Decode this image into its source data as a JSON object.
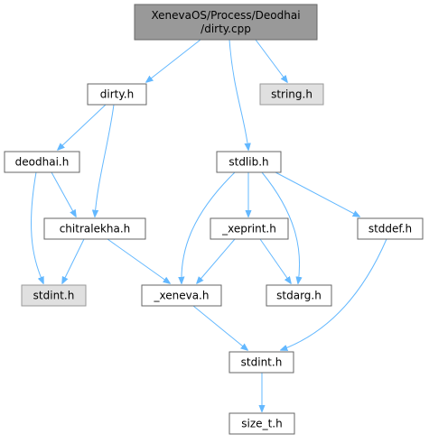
{
  "colors": {
    "edge": "#63b8ff",
    "node_fill": "#ffffff",
    "node_stroke": "#666666",
    "root_fill": "#999999",
    "root_stroke": "#666666",
    "external_fill": "#e0e0e0",
    "external_stroke": "#999999"
  },
  "nodes": {
    "root": {
      "lines": [
        "XenevaOS/Process/Deodhai",
        "/dirty.cpp"
      ],
      "kind": "root"
    },
    "dirty_h": {
      "lines": [
        "dirty.h"
      ],
      "kind": "file"
    },
    "string_h": {
      "lines": [
        "string.h"
      ],
      "kind": "external"
    },
    "stdlib_h": {
      "lines": [
        "stdlib.h"
      ],
      "kind": "file"
    },
    "deodhai_h": {
      "lines": [
        "deodhai.h"
      ],
      "kind": "file"
    },
    "chitralekha_h": {
      "lines": [
        "chitralekha.h"
      ],
      "kind": "file"
    },
    "stdint_h_sys": {
      "lines": [
        "stdint.h"
      ],
      "kind": "external"
    },
    "xeprint_h": {
      "lines": [
        "_xeprint.h"
      ],
      "kind": "file"
    },
    "stddef_h": {
      "lines": [
        "stddef.h"
      ],
      "kind": "file"
    },
    "xeneva_h": {
      "lines": [
        "_xeneva.h"
      ],
      "kind": "file"
    },
    "stdarg_h": {
      "lines": [
        "stdarg.h"
      ],
      "kind": "file"
    },
    "stdint_h": {
      "lines": [
        "stdint.h"
      ],
      "kind": "file"
    },
    "size_t_h": {
      "lines": [
        "size_t.h"
      ],
      "kind": "file"
    }
  },
  "edges": [
    [
      "root",
      "dirty_h"
    ],
    [
      "root",
      "string_h"
    ],
    [
      "root",
      "stdlib_h"
    ],
    [
      "dirty_h",
      "deodhai_h"
    ],
    [
      "dirty_h",
      "chitralekha_h"
    ],
    [
      "deodhai_h",
      "chitralekha_h"
    ],
    [
      "deodhai_h",
      "stdint_h_sys"
    ],
    [
      "chitralekha_h",
      "stdint_h_sys"
    ],
    [
      "chitralekha_h",
      "xeneva_h"
    ],
    [
      "stdlib_h",
      "xeprint_h"
    ],
    [
      "stdlib_h",
      "xeneva_h"
    ],
    [
      "stdlib_h",
      "stdarg_h"
    ],
    [
      "stdlib_h",
      "stddef_h"
    ],
    [
      "xeprint_h",
      "xeneva_h"
    ],
    [
      "xeprint_h",
      "stdarg_h"
    ],
    [
      "xeneva_h",
      "stdint_h"
    ],
    [
      "stddef_h",
      "stdint_h"
    ],
    [
      "stdint_h",
      "size_t_h"
    ]
  ]
}
